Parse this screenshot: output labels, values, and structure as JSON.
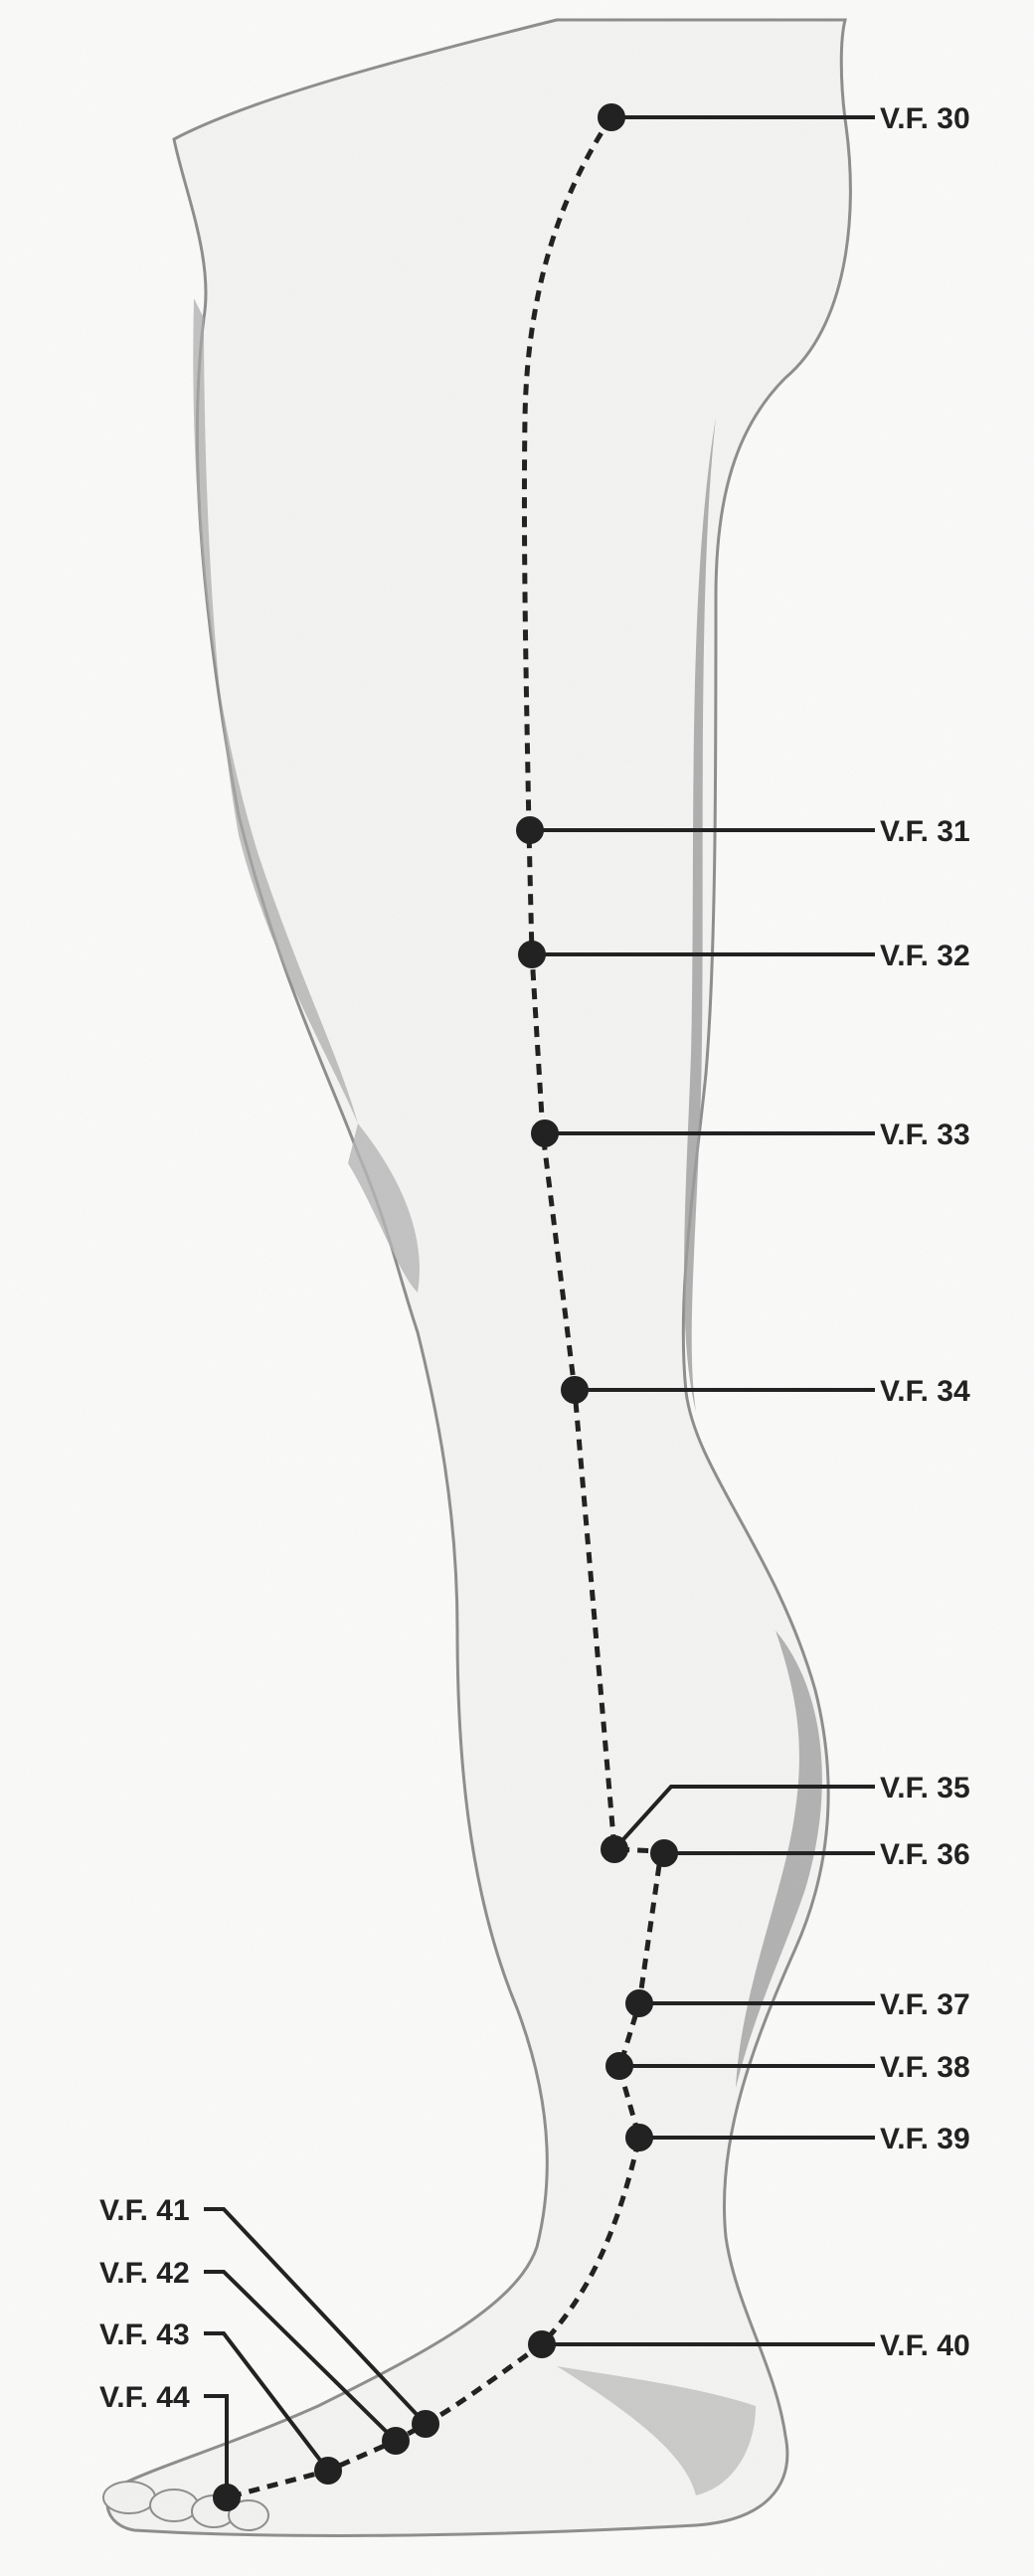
{
  "figure": {
    "subject": "leg-acupuncture-points-vf-meridian",
    "colors": {
      "ink": "#222222",
      "skin_shade": "#9a9a9a",
      "paper": "#fbfbfa"
    }
  },
  "points": [
    {
      "id": "vf30",
      "label": "V.F. 30"
    },
    {
      "id": "vf31",
      "label": "V.F. 31"
    },
    {
      "id": "vf32",
      "label": "V.F. 32"
    },
    {
      "id": "vf33",
      "label": "V.F. 33"
    },
    {
      "id": "vf34",
      "label": "V.F. 34"
    },
    {
      "id": "vf35",
      "label": "V.F. 35"
    },
    {
      "id": "vf36",
      "label": "V.F. 36"
    },
    {
      "id": "vf37",
      "label": "V.F. 37"
    },
    {
      "id": "vf38",
      "label": "V.F. 38"
    },
    {
      "id": "vf39",
      "label": "V.F. 39"
    },
    {
      "id": "vf40",
      "label": "V.F. 40"
    },
    {
      "id": "vf41",
      "label": "V.F. 41"
    },
    {
      "id": "vf42",
      "label": "V.F. 42"
    },
    {
      "id": "vf43",
      "label": "V.F. 43"
    },
    {
      "id": "vf44",
      "label": "V.F. 44"
    }
  ]
}
